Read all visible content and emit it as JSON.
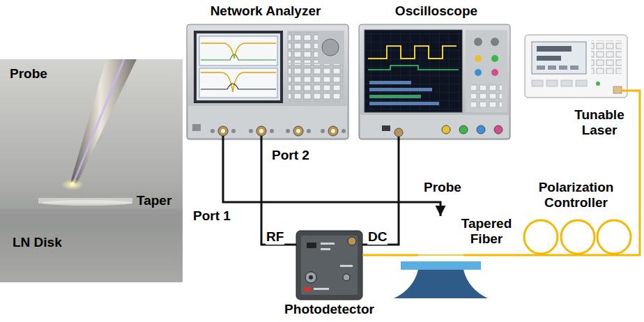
{
  "diagram": {
    "nodes": [
      {
        "text": [
          "Network Analyzer"
        ]
      },
      {
        "text": [
          "Oscilloscope"
        ]
      },
      {
        "text": [
          "Tunable Laser"
        ]
      },
      {
        "text": [
          "Polarization Controller"
        ]
      },
      {
        "text": [
          "Tapered Fiber"
        ]
      },
      {
        "text": [
          "Photodetector"
        ]
      }
    ],
    "edges": [
      {
        "from": 0,
        "to": 4,
        "arrow": "to"
      },
      {
        "from": 5,
        "to": 0,
        "label": "RF",
        "arrow": "none"
      },
      {
        "from": 5,
        "to": 1,
        "label": "DC",
        "arrow": "none"
      },
      {
        "from": 2,
        "to": 3,
        "arrow": "none"
      },
      {
        "from": 3,
        "to": 4,
        "arrow": "none"
      },
      {
        "from": 4,
        "to": 5,
        "arrow": "none"
      }
    ],
    "labels": [
      "Probe",
      "Taper",
      "LN Disk",
      "Port 2",
      "Port 1",
      "Probe"
    ]
  }
}
